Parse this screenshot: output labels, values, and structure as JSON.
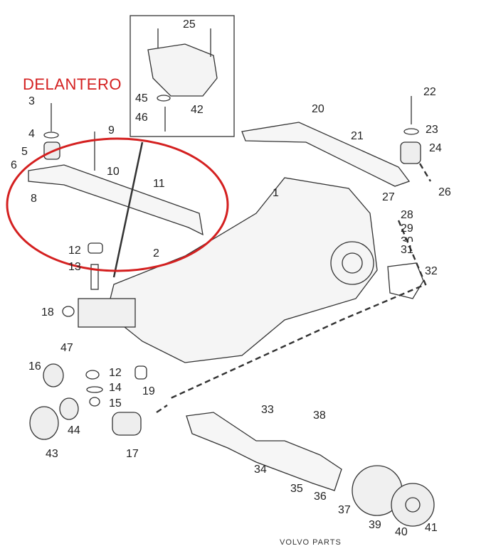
{
  "annotation": {
    "text": "DELANTERO",
    "color": "#d42020"
  },
  "footer": "VOLVO PARTS",
  "labels": {
    "l1": "1",
    "l2": "2",
    "l3": "3",
    "l4": "4",
    "l5": "5",
    "l6": "6",
    "l8": "8",
    "l9": "9",
    "l10": "10",
    "l11": "11",
    "l12a": "12",
    "l13": "13",
    "l14": "14",
    "l12b": "12",
    "l15": "15",
    "l16": "16",
    "l17": "17",
    "l18": "18",
    "l19": "19",
    "l20": "20",
    "l21": "21",
    "l22": "22",
    "l23": "23",
    "l24": "24",
    "l25": "25",
    "l26": "26",
    "l27": "27",
    "l28": "28",
    "l29": "29",
    "l30": "30",
    "l31": "31",
    "l32": "32",
    "l33": "33",
    "l34": "34",
    "l35": "35",
    "l36": "36",
    "l37": "37",
    "l38": "38",
    "l39": "39",
    "l40": "40",
    "l41": "41",
    "l42": "42",
    "l43": "43",
    "l44": "44",
    "l45": "45",
    "l46": "46",
    "l47": "47"
  }
}
